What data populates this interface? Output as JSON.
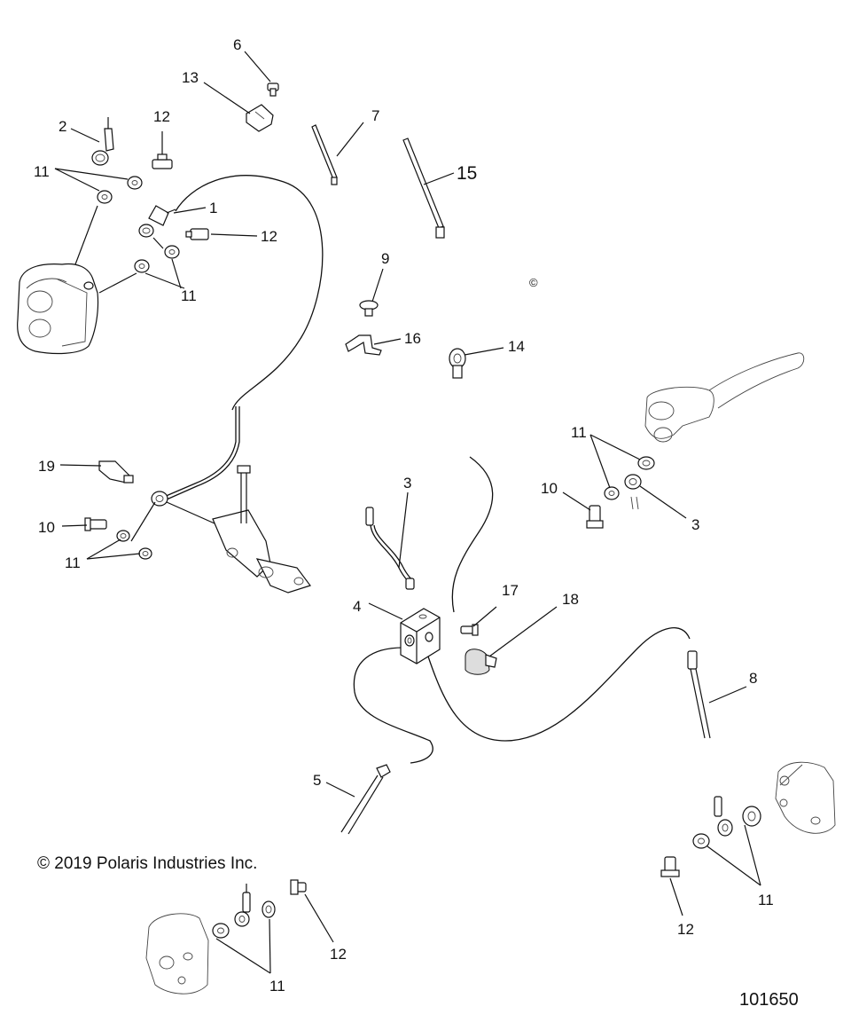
{
  "diagram": {
    "callouts": {
      "c1": "1",
      "c2": "2",
      "c3a": "3",
      "c3b": "3",
      "c4": "4",
      "c5": "5",
      "c6": "6",
      "c7": "7",
      "c8": "8",
      "c9": "9",
      "c10a": "10",
      "c10b": "10",
      "c11a": "11",
      "c11b": "11",
      "c11c": "11",
      "c11d": "11",
      "c11e": "11",
      "c11f": "11",
      "c12a": "12",
      "c12b": "12",
      "c12c": "12",
      "c12d": "12",
      "c13": "13",
      "c14": "14",
      "c15": "15",
      "c16": "16",
      "c17": "17",
      "c18": "18",
      "c19": "19"
    },
    "copyright_text": "© 2019 Polaris Industries Inc.",
    "drawing_number": "101650",
    "copyright_mark": "©"
  }
}
